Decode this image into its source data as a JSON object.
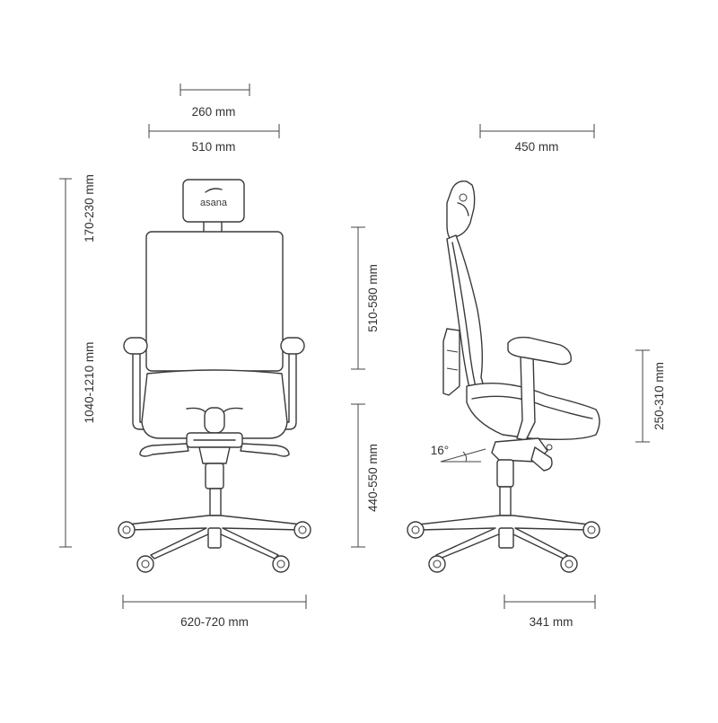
{
  "brand": {
    "logo_text": "asana"
  },
  "front_view": {
    "headrest_width": "260 mm",
    "seat_width": "510 mm",
    "headrest_height": "170-230 mm",
    "total_height": "1040-1210 mm",
    "backrest_height": "510-580 mm",
    "seat_height": "440-550 mm",
    "base_diameter": "620-720 mm"
  },
  "side_view": {
    "seat_depth": "450 mm",
    "armrest_height": "250-310 mm",
    "tilt_angle": "16°",
    "base_offset": "341 mm"
  },
  "colors": {
    "line": "#3a3a3a",
    "background": "#ffffff"
  }
}
